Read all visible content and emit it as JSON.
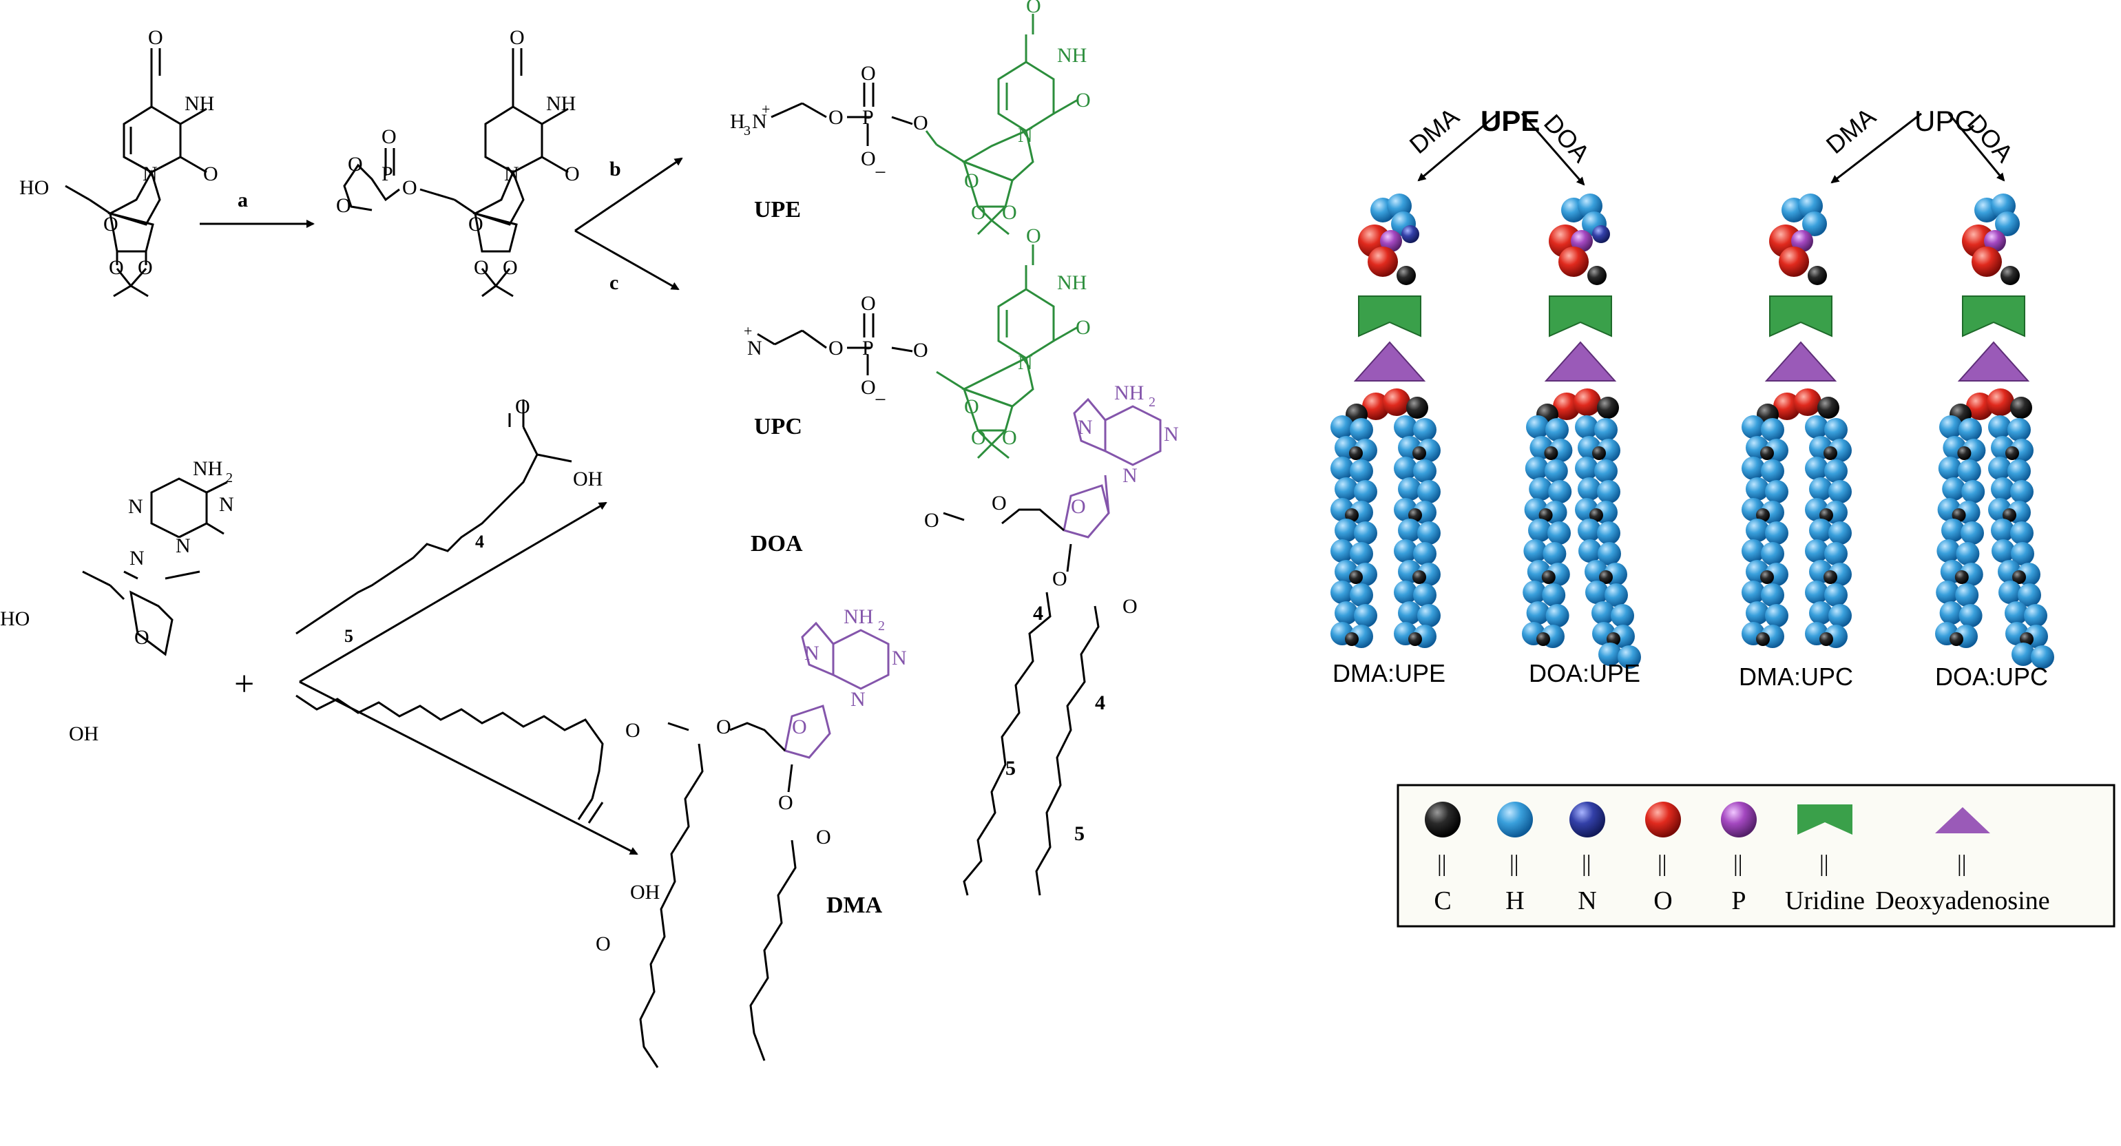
{
  "scheme": {
    "step_labels": {
      "a": "a",
      "b": "b",
      "c": "c"
    },
    "compounds": {
      "upe": "UPE",
      "upc": "UPC",
      "doa": "DOA",
      "dma": "DMA"
    },
    "atoms": {
      "nh": "NH",
      "o": "O",
      "oh": "OH",
      "ho": "HO",
      "n": "N",
      "p": "P",
      "nh2": "NH",
      "h2n": "H",
      "h3n": "H",
      "minus": "−",
      "plus": "+",
      "sub2": "2",
      "sub3": "3",
      "repeat4": "4",
      "repeat5": "5"
    }
  },
  "models": {
    "head_labels": {
      "upe": "UPE",
      "upc": "UPC"
    },
    "arrow_labels": {
      "dma": "DMA",
      "doa": "DOA"
    },
    "captions": [
      "DMA:UPE",
      "DOA:UPE",
      "DMA:UPC",
      "DOA:UPC"
    ]
  },
  "legend": {
    "items": [
      {
        "label": "C",
        "color": "#1a1a1a"
      },
      {
        "label": "H",
        "color": "#2f86c8"
      },
      {
        "label": "N",
        "color": "#30389a"
      },
      {
        "label": "O",
        "color": "#d8201c"
      },
      {
        "label": "P",
        "color": "#a040b8"
      },
      {
        "label": "Uridine",
        "color": "#3aa04a"
      },
      {
        "label": "Deoxyadenosine",
        "color": "#9a5ab8"
      }
    ],
    "equals": "||"
  },
  "colors": {
    "uridine": "#2c8e3c",
    "adenosine": "#8455ab",
    "hydrogen": "#3aa0dc",
    "carbon": "#222222",
    "oxygen": "#d8201c",
    "phosphorus": "#9a44b8",
    "nitrogen": "#303c9c"
  }
}
